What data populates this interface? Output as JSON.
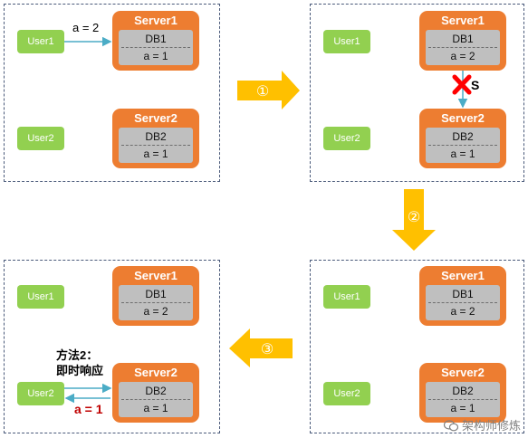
{
  "panels": [
    {
      "user1": "User1",
      "user2": "User2",
      "server1": {
        "title": "Server1",
        "db": "DB1",
        "value": "a = 1"
      },
      "server2": {
        "title": "Server2",
        "db": "DB2",
        "value": "a = 1"
      },
      "write_label": "a = 2"
    },
    {
      "user1": "User1",
      "user2": "User2",
      "server1": {
        "title": "Server1",
        "db": "DB1",
        "value": "a = 2"
      },
      "server2": {
        "title": "Server2",
        "db": "DB2",
        "value": "a = 1"
      },
      "sync_label": "S"
    },
    {
      "user1": "User1",
      "user2": "User2",
      "server1": {
        "title": "Server1",
        "db": "DB1",
        "value": "a = 2"
      },
      "server2": {
        "title": "Server2",
        "db": "DB2",
        "value": "a = 1"
      }
    },
    {
      "user1": "User1",
      "user2": "User2",
      "server1": {
        "title": "Server1",
        "db": "DB1",
        "value": "a = 2"
      },
      "server2": {
        "title": "Server2",
        "db": "DB2",
        "value": "a = 1"
      },
      "method_line1": "方法2：",
      "method_line2": "即时响应",
      "response_label": "a = 1"
    }
  ],
  "steps": [
    "①",
    "②",
    "③"
  ],
  "watermark": "架构师修炼",
  "colors": {
    "user": "#92d050",
    "server": "#ed7d31",
    "db": "#bfbfbf",
    "step_arrow": "#ffc000",
    "flow_arrow": "#4bacc6",
    "fail_cross": "#ff0000",
    "response_text": "#c00000"
  }
}
